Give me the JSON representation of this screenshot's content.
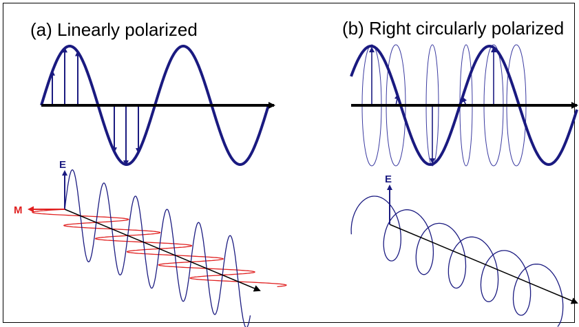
{
  "panel_a": {
    "title": "(a) Linearly polarized",
    "e_label": "E",
    "m_label": "M"
  },
  "panel_b": {
    "title": "(b) Right circularly polarized",
    "e_label": "E"
  },
  "colors": {
    "wave": "#1a1a80",
    "magnetic": "#e02020",
    "axis": "#000000",
    "label_blue": "#1a1a80",
    "label_red": "#e02020"
  }
}
